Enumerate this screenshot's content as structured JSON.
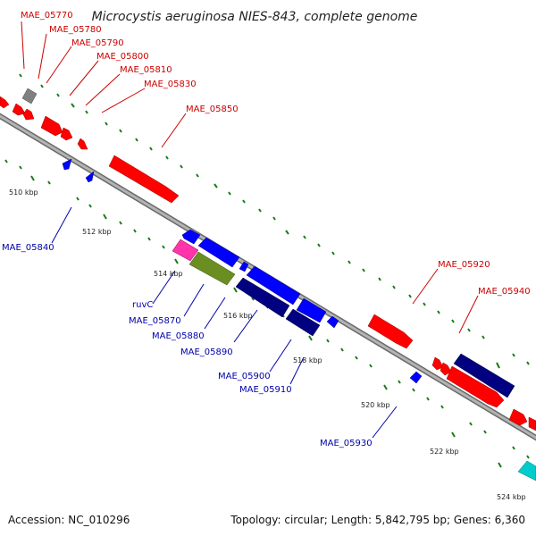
{
  "title": "Microcystis aeruginosa NIES-843, complete genome",
  "footer": {
    "accession": "Accession: NC_010296",
    "topology": "Topology: circular; Length: 5,842,795 bp; Genes: 6,360"
  },
  "colors": {
    "forward": "#ff0000",
    "reverse": "#0000ff",
    "reverse_dark": "#000080",
    "gray": "#808080",
    "pink": "#ff33aa",
    "olive": "#6b8e23",
    "cyan": "#00cccc",
    "backbone": "#9a9a9a",
    "tick": "#1a7a1a",
    "label_red": "#cc0000",
    "label_blue": "#0000aa"
  },
  "scale": {
    "kbp_labels": [
      "510 kbp",
      "512 kbp",
      "514 kbp",
      "516 kbp",
      "518 kbp",
      "520 kbp",
      "522 kbp",
      "524 kbp"
    ]
  },
  "red_labels": [
    "MAE_05770",
    "MAE_05780",
    "MAE_05790",
    "MAE_05800",
    "MAE_05810",
    "MAE_05830",
    "MAE_05850",
    "MAE_05920",
    "MAE_05940"
  ],
  "blue_labels": [
    "MAE_05840",
    "ruvC",
    "MAE_05870",
    "MAE_05880",
    "MAE_05890",
    "MAE_05900",
    "MAE_05910",
    "MAE_05930"
  ]
}
